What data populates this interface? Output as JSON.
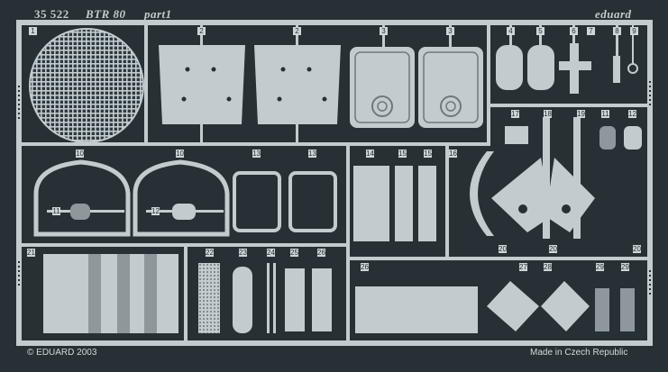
{
  "header": {
    "part_number": "35 522",
    "model": "BTR 80",
    "sheet": "part1",
    "brand": "eduard"
  },
  "footer": {
    "copyright": "© EDUARD 2003",
    "origin": "Made in Czech Republic"
  },
  "part_labels": [
    "1",
    "2",
    "2",
    "3",
    "3",
    "4",
    "5",
    "6",
    "7",
    "8",
    "9",
    "10",
    "10",
    "11",
    "12",
    "13",
    "13",
    "14",
    "15",
    "15",
    "16",
    "17",
    "18",
    "19",
    "11",
    "12",
    "20",
    "20",
    "20",
    "21",
    "22",
    "23",
    "24",
    "25",
    "26",
    "26",
    "27",
    "28",
    "29",
    "29"
  ],
  "colors": {
    "background": "#273034",
    "metal": "#c3cbcf",
    "metal_dark": "#8d979c",
    "label": "#cfd6d9"
  }
}
